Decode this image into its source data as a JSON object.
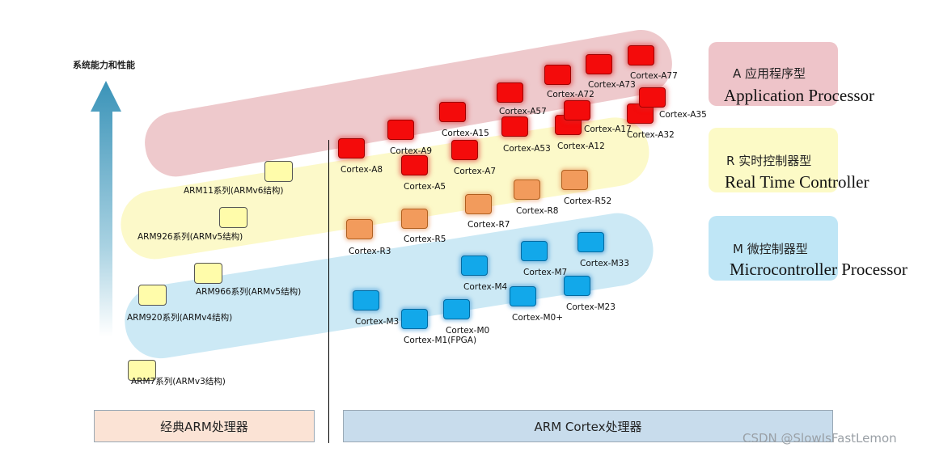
{
  "axis": {
    "label": "系统能力和性能"
  },
  "classic_cores": [
    {
      "label": "ARM11系列(ARMv6结构)"
    },
    {
      "label": "ARM926系列(ARMv5结构)"
    },
    {
      "label": "ARM966系列(ARMv5结构)"
    },
    {
      "label": "ARM920系列(ARMv4结构)"
    },
    {
      "label": "ARM7系列(ARMv3结构)"
    }
  ],
  "cortex_a": [
    {
      "label": "Cortex-A8"
    },
    {
      "label": "Cortex-A5"
    },
    {
      "label": "Cortex-A9"
    },
    {
      "label": "Cortex-A7"
    },
    {
      "label": "Cortex-A15"
    },
    {
      "label": "Cortex-A53"
    },
    {
      "label": "Cortex-A57"
    },
    {
      "label": "Cortex-A12"
    },
    {
      "label": "Cortex-A17"
    },
    {
      "label": "Cortex-A72"
    },
    {
      "label": "Cortex-A73"
    },
    {
      "label": "Cortex-A32"
    },
    {
      "label": "Cortex-A35"
    },
    {
      "label": "Cortex-A77"
    }
  ],
  "cortex_r": [
    {
      "label": "Cortex-R3"
    },
    {
      "label": "Cortex-R5"
    },
    {
      "label": "Cortex-R7"
    },
    {
      "label": "Cortex-R8"
    },
    {
      "label": "Cortex-R52"
    }
  ],
  "cortex_m": [
    {
      "label": "Cortex-M3"
    },
    {
      "label": "Cortex-M1(FPGA)"
    },
    {
      "label": "Cortex-M0"
    },
    {
      "label": "Cortex-M4"
    },
    {
      "label": "Cortex-M0+"
    },
    {
      "label": "Cortex-M7"
    },
    {
      "label": "Cortex-M23"
    },
    {
      "label": "Cortex-M33"
    }
  ],
  "legend": {
    "a": {
      "zh": "A 应用程序型",
      "en": "Application Processor"
    },
    "r": {
      "zh": "R 实时控制器型",
      "en": "Real Time Controller"
    },
    "m": {
      "zh": "M 微控制器型",
      "en": "Microcontroller Processor"
    }
  },
  "footer": {
    "classic": "经典ARM处理器",
    "cortex": "ARM Cortex处理器"
  },
  "watermark": "CSDN @SlowIsFastLemon",
  "colors": {
    "profile_a": "#f40b0b",
    "profile_r": "#f29b5c",
    "profile_m": "#12a8ea",
    "classic": "#fffcaa",
    "arrow_top": "#3a93b8"
  }
}
